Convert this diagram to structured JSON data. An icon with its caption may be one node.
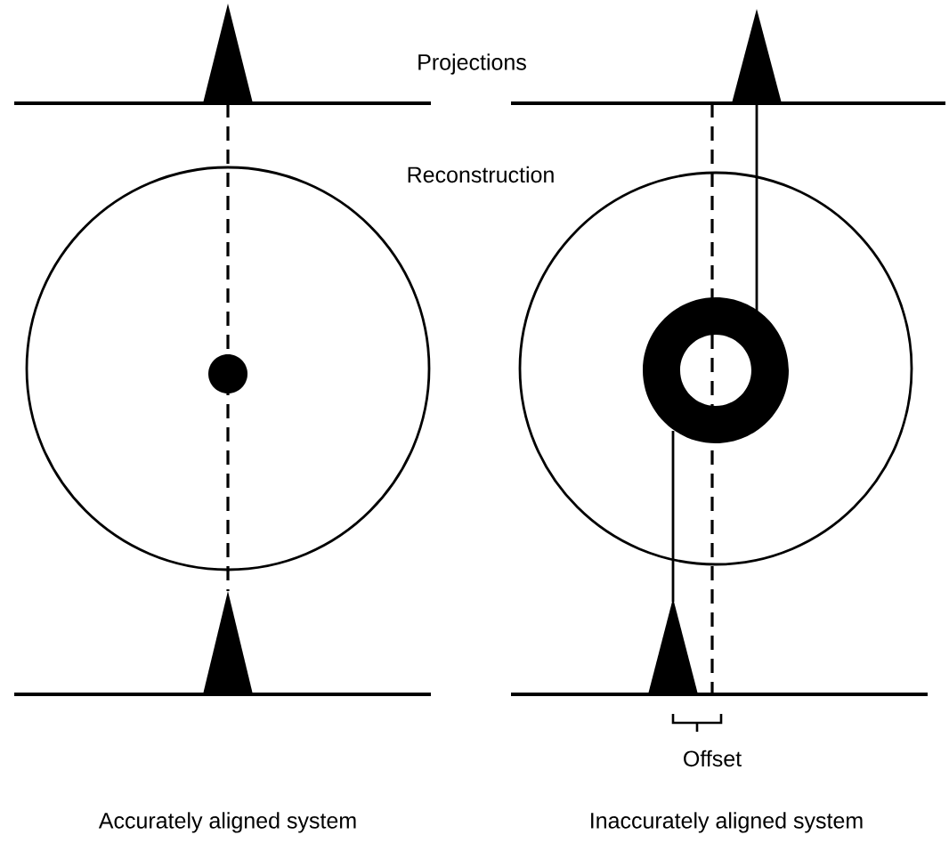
{
  "diagram": {
    "labels": [
      "Projections",
      "Reconstruction",
      "Offset",
      "Accurately aligned system",
      "Inaccurately aligned system"
    ]
  }
}
